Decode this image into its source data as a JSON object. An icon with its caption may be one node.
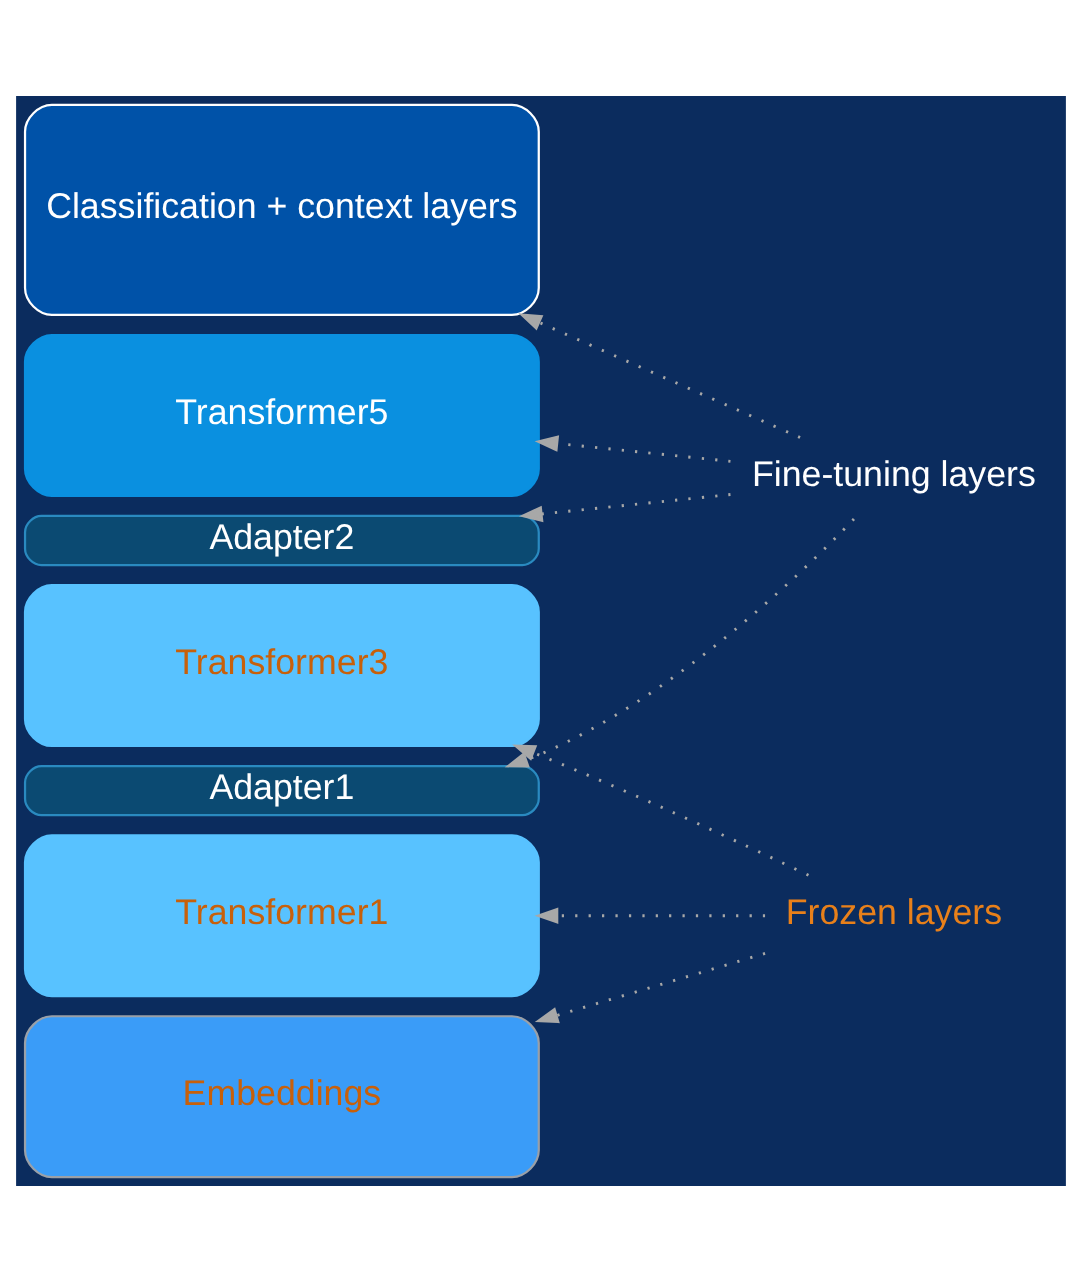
{
  "diagram": {
    "nodes": [
      {
        "text": [
          "Classification + context layers"
        ]
      },
      {
        "text": [
          "Transformer5"
        ]
      },
      {
        "text": [
          "Adapter2"
        ]
      },
      {
        "text": [
          "Transformer3"
        ]
      },
      {
        "text": [
          "Adapter1"
        ]
      },
      {
        "text": [
          "Transformer1"
        ]
      },
      {
        "text": [
          "Embeddings"
        ]
      },
      {
        "text": [
          "Fine-tuning layers"
        ]
      },
      {
        "text": [
          "Frozen layers"
        ]
      }
    ],
    "edges": [
      {
        "from": 7,
        "to": 0,
        "arrow": "to"
      },
      {
        "from": 7,
        "to": 1,
        "arrow": "to"
      },
      {
        "from": 7,
        "to": 2,
        "arrow": "to"
      },
      {
        "from": 7,
        "to": 4,
        "arrow": "to"
      },
      {
        "from": 8,
        "to": 3,
        "arrow": "to"
      },
      {
        "from": 8,
        "to": 5,
        "arrow": "to"
      },
      {
        "from": 8,
        "to": 6,
        "arrow": "to"
      }
    ]
  }
}
